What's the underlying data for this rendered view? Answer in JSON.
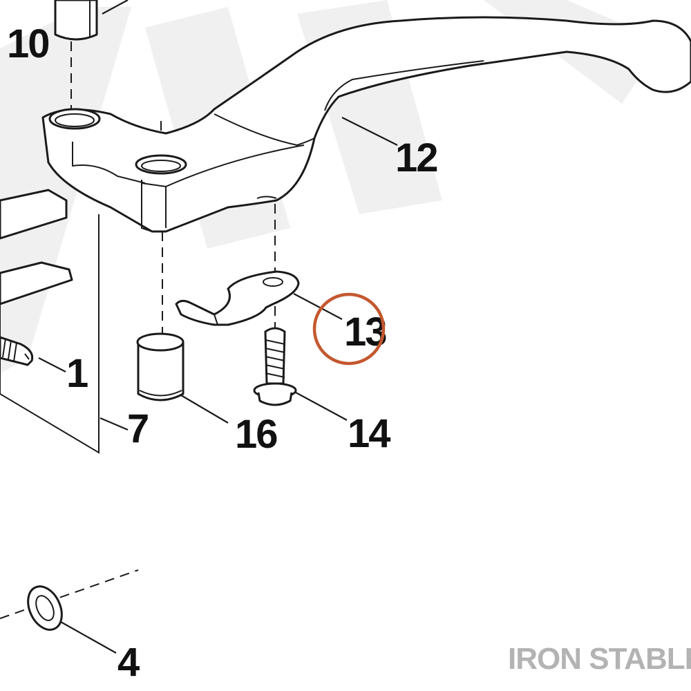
{
  "callouts": {
    "c10": "10",
    "c12": "12",
    "c13": "13",
    "c1": "1",
    "c7": "7",
    "c16": "16",
    "c14": "14",
    "c4": "4"
  },
  "highlight": {
    "part": "13",
    "color": "#c4582f"
  },
  "brand": {
    "text": "IRON STABLE",
    "color": "#b3b3b3"
  },
  "colors": {
    "line": "#1a1a1a",
    "watermark": "#f0f0f0"
  }
}
